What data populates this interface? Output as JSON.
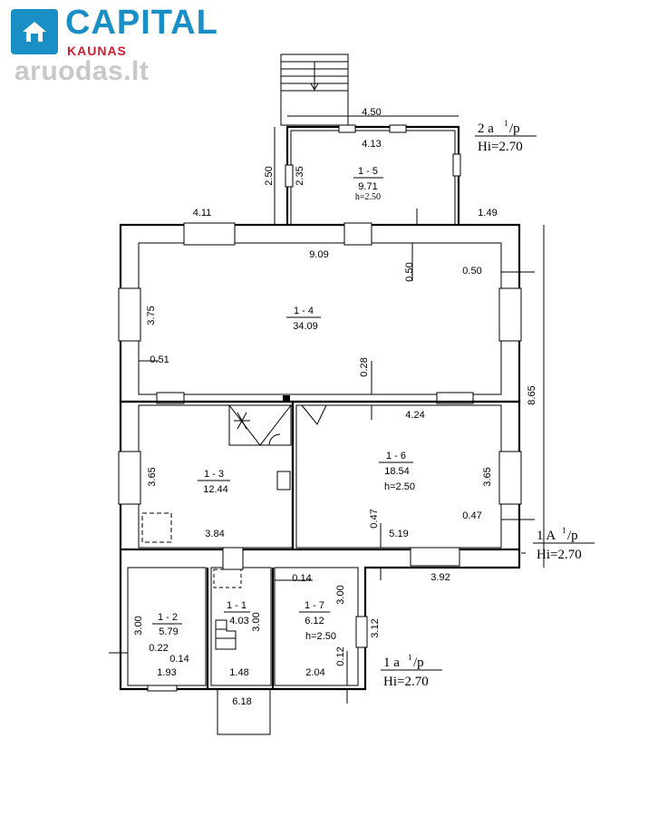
{
  "logo": {
    "brand": "CAPITAL",
    "city": "KAUNAS",
    "watermark": "aruodas.lt"
  },
  "rooms": [
    {
      "id": "1 - 5",
      "area": "9.71",
      "height": "h=2.50"
    },
    {
      "id": "1 - 4",
      "area": "34.09",
      "height": ""
    },
    {
      "id": "1 - 3",
      "area": "12.44",
      "height": ""
    },
    {
      "id": "1 - 6",
      "area": "18.54",
      "height": "h=2.50"
    },
    {
      "id": "1 - 2",
      "area": "5.79",
      "height": ""
    },
    {
      "id": "1 - 1",
      "area": "4.03",
      "height": ""
    },
    {
      "id": "1 - 7",
      "area": "6.12",
      "height": "h=2.50"
    }
  ],
  "dimensions": [
    "4.50",
    "4.13",
    "2.50",
    "2.35",
    "4.11",
    "1.49",
    "9.09",
    "0.50",
    "0.50",
    "3.75",
    "0.51",
    "0.28",
    "8.65",
    "4.24",
    "3.65",
    "3.65",
    "3.84",
    "0.47",
    "5.19",
    "0.47",
    "3.92",
    "0.14",
    "3.00",
    "3.00",
    "3.00",
    "3.12",
    "0.22",
    "0.14",
    "1.93",
    "1.48",
    "2.04",
    "0.12",
    "6.18"
  ],
  "level_notes": [
    {
      "label": "2 a",
      "sup": "1",
      "suffix": "/p",
      "hi": "Hi=2.70"
    },
    {
      "label": "1 A",
      "sup": "1",
      "suffix": "/p",
      "hi": "Hi=2.70"
    },
    {
      "label": "1 a",
      "sup": "1",
      "suffix": "/p",
      "hi": "Hi=2.70"
    }
  ]
}
